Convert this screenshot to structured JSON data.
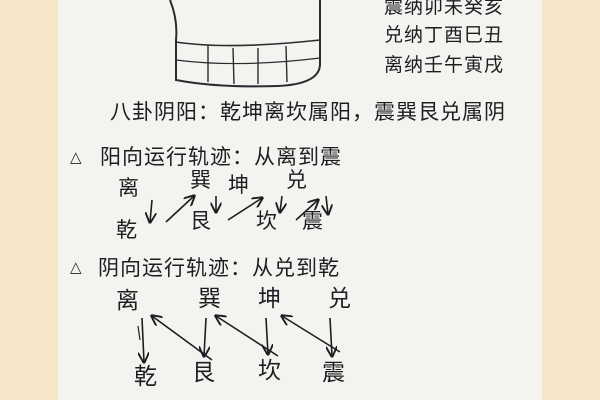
{
  "fragment_lines": [
    "震纳卯未癸亥",
    "兑纳丁酉巳丑",
    "离纳壬午寅戌"
  ],
  "heading_yinyang": "八卦阴阳：乾坤离坎属阳，震巽艮兑属阴",
  "yang_section": {
    "marker": "△",
    "title": "阳向运行轨迹：从离到震",
    "top_row": [
      "离",
      "巽",
      "坤",
      "兑"
    ],
    "bottom_row": [
      "乾",
      "艮",
      "坎",
      "震"
    ]
  },
  "yin_section": {
    "marker": "△",
    "title": "阴向运行轨迹：从兑到乾",
    "top_row": [
      "离",
      "巽",
      "坤",
      "兑"
    ],
    "bottom_row": [
      "乾",
      "艮",
      "坎",
      "震"
    ]
  }
}
